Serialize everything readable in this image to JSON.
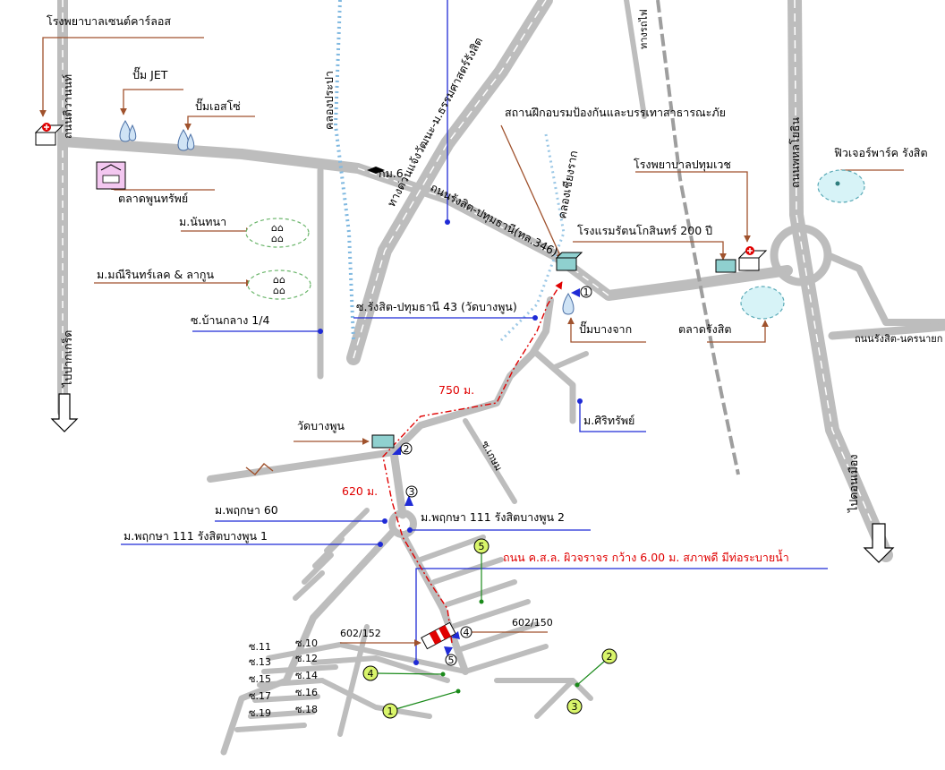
{
  "labels": {
    "st_carlos": "โรงพยาบาลเซนต์คาร์ลอส",
    "jet": "ปั๊ม JET",
    "esso": "ปั๊มเอสโซ่",
    "klong_prapa": "คลองประปา",
    "thanon_tiwanon": "ถนนติวานนท์",
    "pathumthani_road": "ถนนรังสิต-ปทุมธานี(ทล.346)",
    "expressway": "ทางด่วนแจ้งวัฒนะ-ม.ธรรมศาสตร์รังสิต",
    "km6": "กม.6",
    "rail": "ทางรถไฟ",
    "klong_chiangrak": "คลองเชียงราก",
    "phahon_road": "ถนนพหลโยธิน",
    "disaster_center": "สถานฝึกอบรมป้องกันและบรรเทาสาธารณะภัย",
    "pathumvej": "โรงพยาบาลปทุมเวช",
    "future_park": "ฟิวเจอร์พาร์ค รังสิต",
    "talat_poon": "ตลาดพูนทรัพย์",
    "m_nanthana": "ม.นันทนา",
    "m_manee": "ม.มณีรินทร์เลค & ลากูน",
    "rattanakosin": "โรงแรมรัตนโกสินทร์ 200 ปี",
    "soi_ban_klang": "ซ.บ้านกลาง 1/4",
    "soi_43": "ซ.รังสิต-ปทุมธานี 43 (วัดบางพูน)",
    "pump_bangjak": "ปั๊มบางจาก",
    "talat_rangsit": "ตลาดรังสิต",
    "rangsit_nakhon": "ถนนรังสิต-นครนายก",
    "to_pakkret": "ไปปากเกร็ด",
    "dist_750": "750 ม.",
    "m_sirisap": "ม.ศิริทรัพย์",
    "wat_bangpoon": "วัดบางพูน",
    "soi_small": "ซ.เกษม",
    "to_donmuang": "ไปดอนเมือง",
    "dist_620": "620 ม.",
    "m_pruksa60": "ม.พฤกษา 60",
    "m_pruksa111_2": "ม.พฤกษา 111 รังสิตบางพูน 2",
    "m_pruksa111_1": "ม.พฤกษา 111 รังสิตบางพูน 1",
    "road_note": "ถนน ค.ส.ล. ผิวจราจร กว้าง 6.00 ม. สภาพดี มีท่อระบายน้ำ",
    "plot_152": "602/152",
    "plot_150": "602/150",
    "s11": "ซ.11",
    "s10": "ซ.10",
    "s13": "ซ.13",
    "s12": "ซ.12",
    "s15": "ซ.15",
    "s14": "ซ.14",
    "s17": "ซ.17",
    "s16": "ซ.16",
    "s19": "ซ.19",
    "s18": "ซ.18"
  },
  "markers": {
    "m1": "1",
    "m2": "2",
    "m3": "3",
    "m4": "4",
    "m5": "5",
    "p1": "1",
    "p2": "2",
    "p3": "3",
    "p4": "4",
    "p5": "5"
  },
  "colors": {
    "road": "#bdbdbd",
    "leader": "#a0522d",
    "soi_line": "#1f2bd6",
    "route": "#e00000",
    "photo_badge": "#d9f56b",
    "photo_line": "#1a8a1a"
  }
}
